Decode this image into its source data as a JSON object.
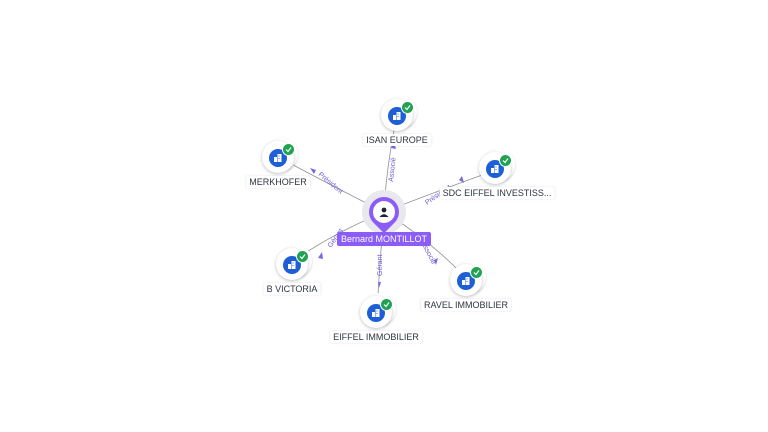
{
  "center": {
    "name": "Bernard MONTILLOT"
  },
  "companies": [
    {
      "id": "isan",
      "name": "ISAN EUROPE",
      "role": "Associé"
    },
    {
      "id": "merkhofer",
      "name": "MERKHOFER",
      "role": "Président"
    },
    {
      "id": "sdc",
      "name": "SDC EIFFEL INVESTISS...",
      "role": "Président"
    },
    {
      "id": "victoria",
      "name": "B VICTORIA",
      "role": "Gérant"
    },
    {
      "id": "ravel",
      "name": "RAVEL IMMOBILIER",
      "role": "Associé"
    },
    {
      "id": "eiffel",
      "name": "EIFFEL IMMOBILIER",
      "role": "Gérant"
    }
  ],
  "colors": {
    "accent": "#8b5cf6",
    "company": "#1f5fd6",
    "verified": "#21a152"
  },
  "icons": {
    "center": "person-icon",
    "company": "building-icon",
    "status": "check-icon"
  }
}
